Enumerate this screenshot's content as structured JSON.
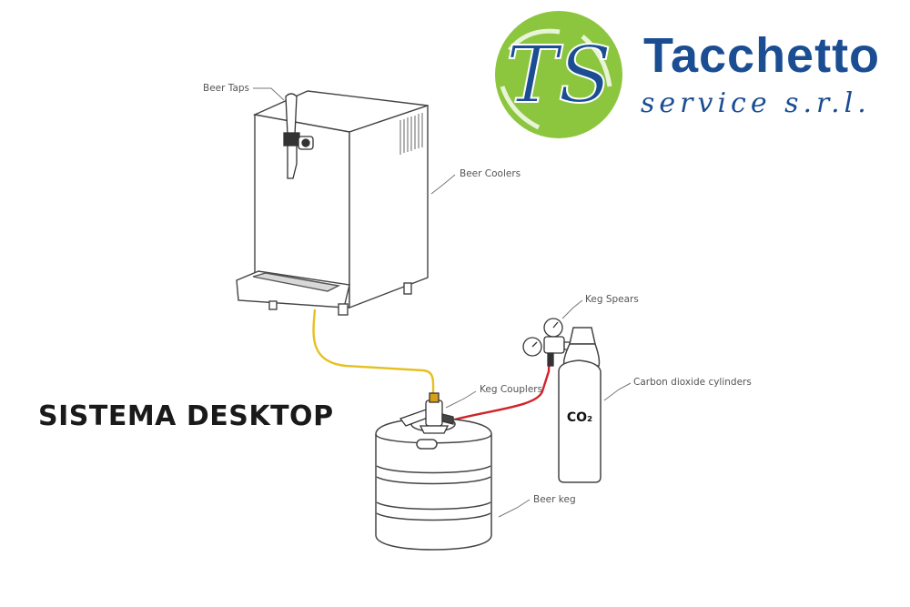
{
  "brand": {
    "name": "Tacchetto",
    "subtitle": "service s.r.l.",
    "color": "#1b4d93",
    "logo_green": "#8cc63f",
    "logo_letters": "TS"
  },
  "heading": "SISTEMA DESKTOP",
  "labels": {
    "beer_taps": "Beer Taps",
    "beer_coolers": "Beer Coolers",
    "keg_spears": "Keg Spears",
    "keg_couplers": "Keg Couplers",
    "co2_cylinders": "Carbon dioxide cylinders",
    "beer_keg": "Beer keg"
  },
  "cylinder_label": "CO₂",
  "colors": {
    "beer_line": "#e6c020",
    "gas_line": "#d0242a",
    "outline": "#444444",
    "heading": "#1a1a1a"
  }
}
